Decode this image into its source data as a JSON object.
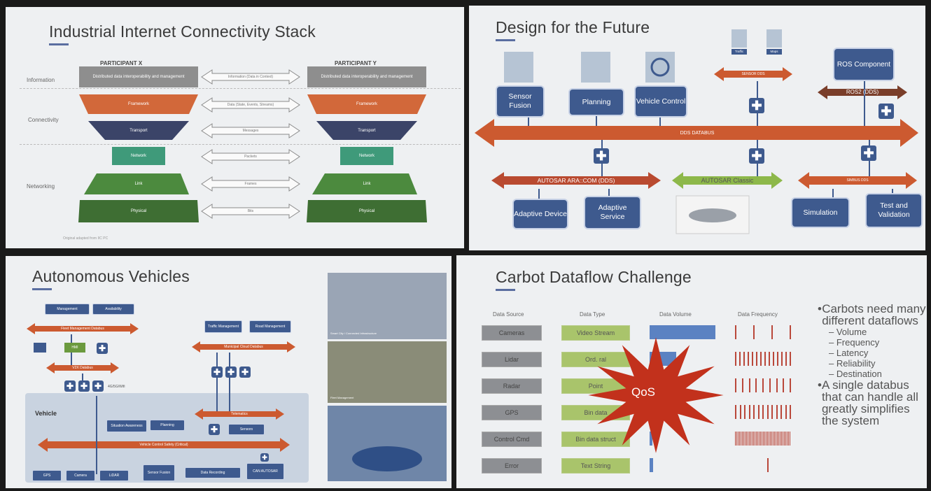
{
  "slide1": {
    "title": "Industrial Internet Connectivity Stack",
    "participant_x": "PARTICIPANT X",
    "participant_y": "PARTICIPANT Y",
    "left_labels": [
      "Information",
      "Connectivity",
      "Networking"
    ],
    "layers_x": [
      "Distributed data interoperability and management",
      "Framework",
      "Transport",
      "Network",
      "Link",
      "Physical"
    ],
    "layers_y": [
      "Distributed data interoperability and management",
      "Framework",
      "Transport",
      "Network",
      "Link",
      "Physical"
    ],
    "arrows": [
      "Information (Data in Context)",
      "Data (State, Events, Streams)",
      "Messages",
      "Packets",
      "Frames",
      "Bits"
    ],
    "footnote": "Original adapted from IIC PC",
    "colors": {
      "gray": "#8e8e8e",
      "orange": "#d2683a",
      "navy": "#3b4468",
      "teal": "#3f9a7a",
      "green": "#4c8a3e",
      "darkgreen": "#3e6e33"
    }
  },
  "slide2": {
    "title": "Design for the Future",
    "top_tools": [
      "Traffic",
      "Maps"
    ],
    "bus_top": "SENSOR DDS",
    "ros_component": "ROS Component",
    "ros2": "ROS2 (DDS)",
    "modules": [
      "Sensor Fusion",
      "Planning",
      "Vehicle Control"
    ],
    "databus": "DDS DATABUS",
    "autosar_ara": "AUTOSAR ARA::COM (DDS)",
    "autosar_classic": "AUTOSAR Classic",
    "sim_bus": "SIMBUS DDS",
    "bottom_modules": [
      "Adaptive Device",
      "Adaptive Service",
      "Simulation",
      "Test and Validation"
    ],
    "colors": {
      "bus": "#cc5a30",
      "box": "#3e5a8e",
      "classic": "#8db84a",
      "ros": "#7a3e2a"
    }
  },
  "slide3": {
    "title": "Autonomous Vehicles",
    "top_boxes": [
      "Management",
      "Availability"
    ],
    "fleet_bus": "Fleet Management Databus",
    "mid_items": [
      "HMI"
    ],
    "v2x_bus": "V2X Databus",
    "cloud_boxes": [
      "Traffic Management",
      "Road Management"
    ],
    "cloud_bus": "Municipal Cloud Databus",
    "gateway": "4G/5G/Wifi",
    "vehicle_label": "Vehicle",
    "vehicle_boxes": [
      "Situation Awareness",
      "Planning"
    ],
    "telematics": "Telematics",
    "sensors": "Sensors",
    "control_bus": "Vehicle Control Safety (Critical)",
    "bottom_boxes": [
      "GPS",
      "Camera",
      "LiDAR",
      "Sensor Fusion",
      "Data Recording",
      "CAN AUTOSAR"
    ],
    "photo_captions": [
      "Smart City / Connected Infrastructure",
      "Fleet Management",
      ""
    ]
  },
  "slide4": {
    "title": "Carbot Dataflow Challenge",
    "columns": [
      "Data Source",
      "Data Type",
      "Data Volume",
      "Data Frequency"
    ],
    "rows": [
      {
        "source": "Cameras",
        "type": "Video Stream",
        "volume": 1.0,
        "frequency": 4
      },
      {
        "source": "Lidar",
        "type": "Ord. ral",
        "volume": 0.4,
        "frequency": 14
      },
      {
        "source": "Radar",
        "type": "Point",
        "volume": 0.2,
        "frequency": 9
      },
      {
        "source": "GPS",
        "type": "Bin data",
        "volume": 0.08,
        "frequency": 13
      },
      {
        "source": "Control Cmd",
        "type": "Bin data struct",
        "volume": 0.02,
        "frequency": 40
      },
      {
        "source": "Error",
        "type": "Text String",
        "volume": 0.05,
        "frequency": 1
      }
    ],
    "qos": "QoS",
    "bullets": [
      {
        "text": "Carbots need many different dataflows",
        "subs": [
          "Volume",
          "Frequency",
          "Latency",
          "Reliability",
          "Destination"
        ]
      },
      {
        "text": "A single databus that can handle all greatly simplifies the system",
        "subs": []
      }
    ],
    "colors": {
      "source": "#8d8f93",
      "type": "#a9c46b",
      "volume": "#5b82c2",
      "freq": "#b9473a",
      "qos": "#c2311c"
    }
  }
}
